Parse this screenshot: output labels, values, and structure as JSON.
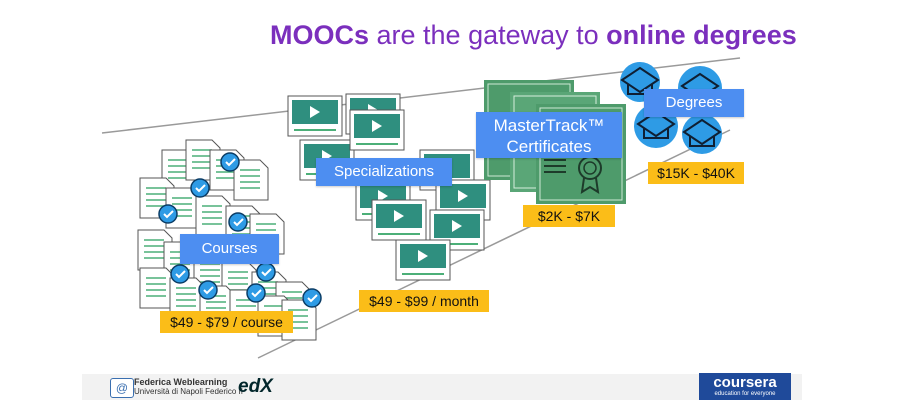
{
  "title": {
    "part1_bold": "MOOCs",
    "part2": " are the gateway to ",
    "part3_bold": "online degrees"
  },
  "tiers": {
    "courses": {
      "label": "Courses",
      "price": "$49 - $79 / course"
    },
    "specializations": {
      "label": "Specializations",
      "price": "$49 - $99 / month"
    },
    "mastertrack": {
      "label": "MasterTrack™ Certificates",
      "price": "$2K - $7K"
    },
    "degrees": {
      "label": "Degrees",
      "price": "$15K - $40K"
    }
  },
  "footer": {
    "federica_title": "Federica Weblearning",
    "federica_subtitle": "Università di Napoli Federico II",
    "edx": "edX",
    "coursera_name": "coursera",
    "coursera_tagline": "education for everyone"
  },
  "colors": {
    "title": "#7b2fbd",
    "label": "#4d8ef1",
    "price": "#fbbd18",
    "cert_green": "#4e9b6b",
    "video_teal": "#2f8f7f",
    "check_blue": "#2e9be5",
    "coursera_blue": "#1f4a9a"
  },
  "icons": {
    "courses": "document-checkmark-icon",
    "specializations": "video-player-icon",
    "mastertrack": "certificate-icon",
    "degrees": "graduation-cap-icon"
  }
}
